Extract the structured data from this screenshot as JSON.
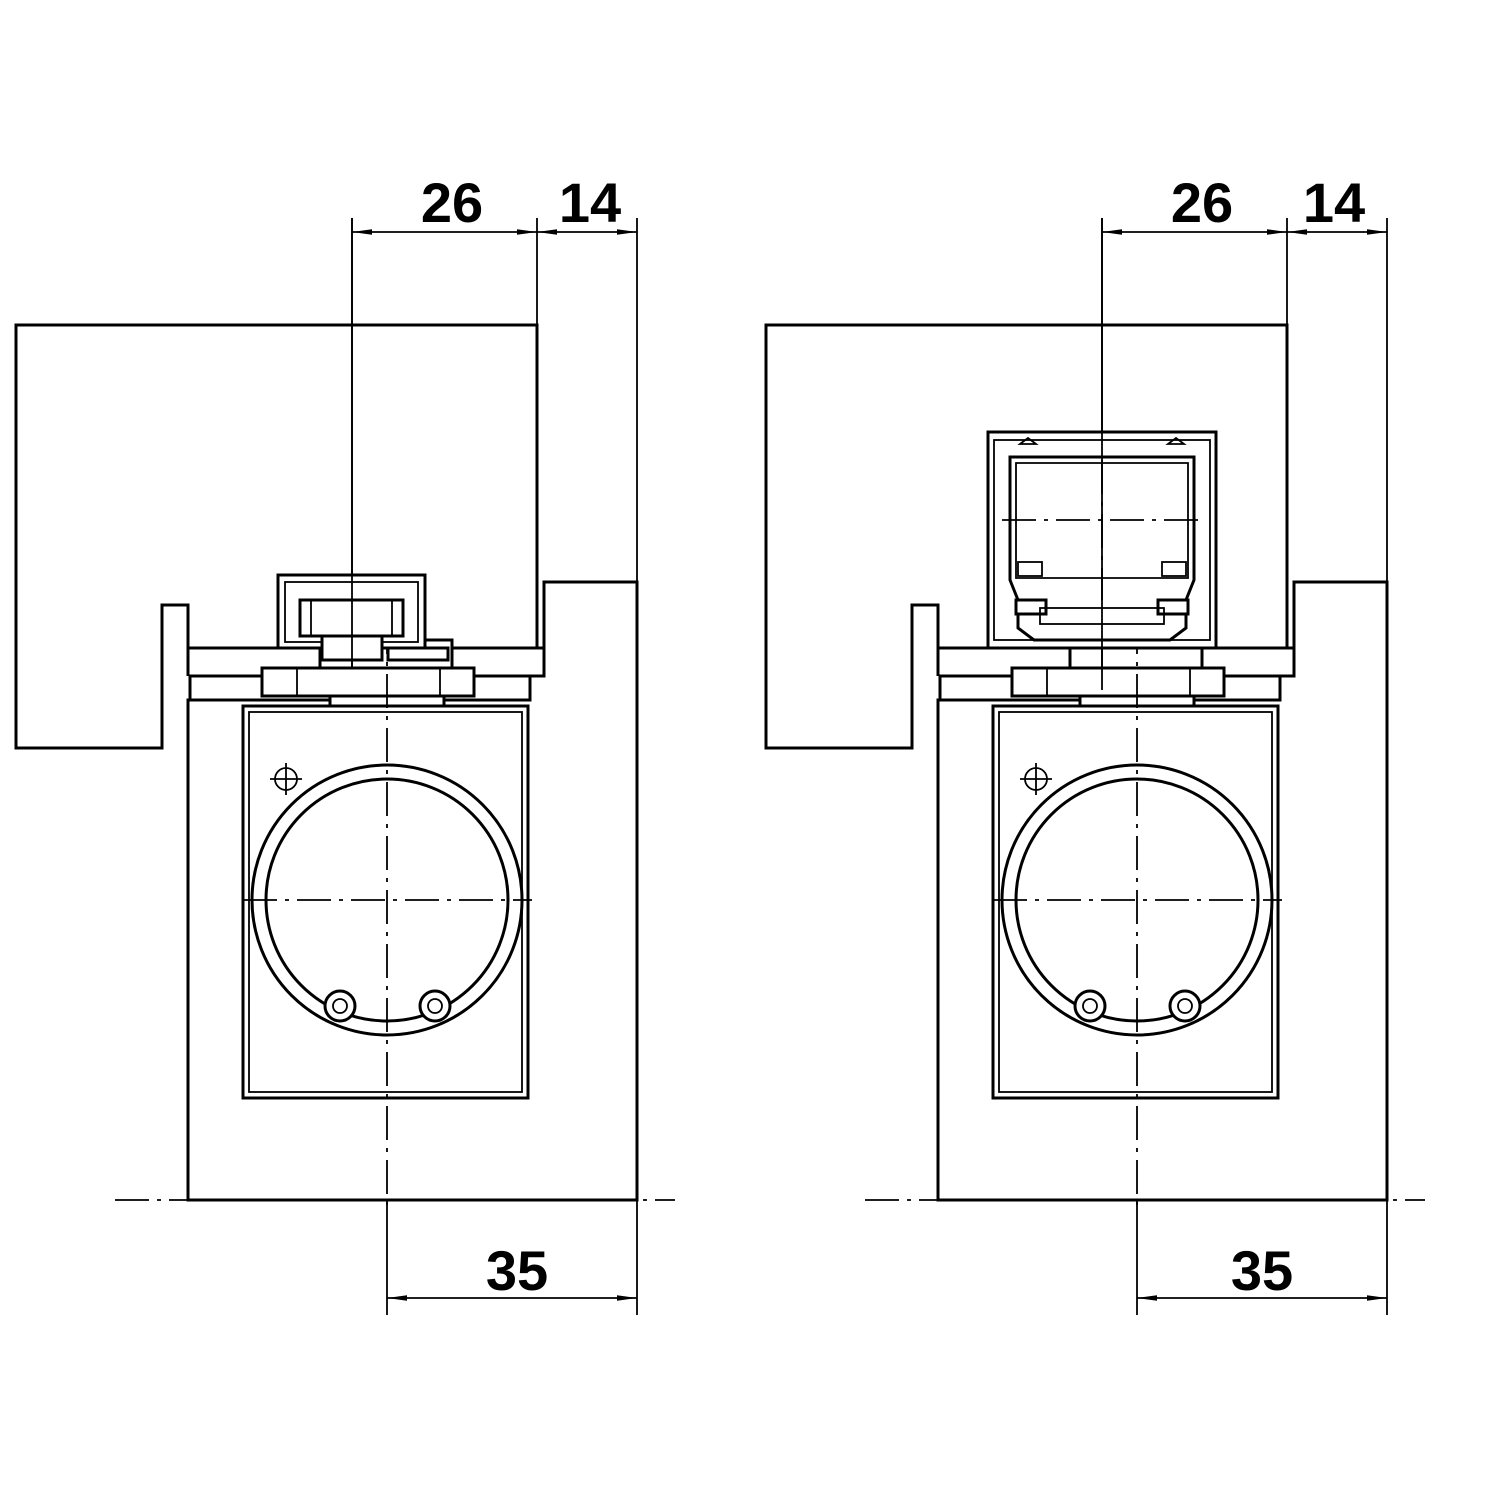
{
  "drawings": [
    {
      "name": "left-view",
      "dimensions": {
        "top_left": "26",
        "top_right": "14",
        "bottom": "35"
      }
    },
    {
      "name": "right-view",
      "dimensions": {
        "top_left": "26",
        "top_right": "14",
        "bottom": "35"
      }
    }
  ]
}
